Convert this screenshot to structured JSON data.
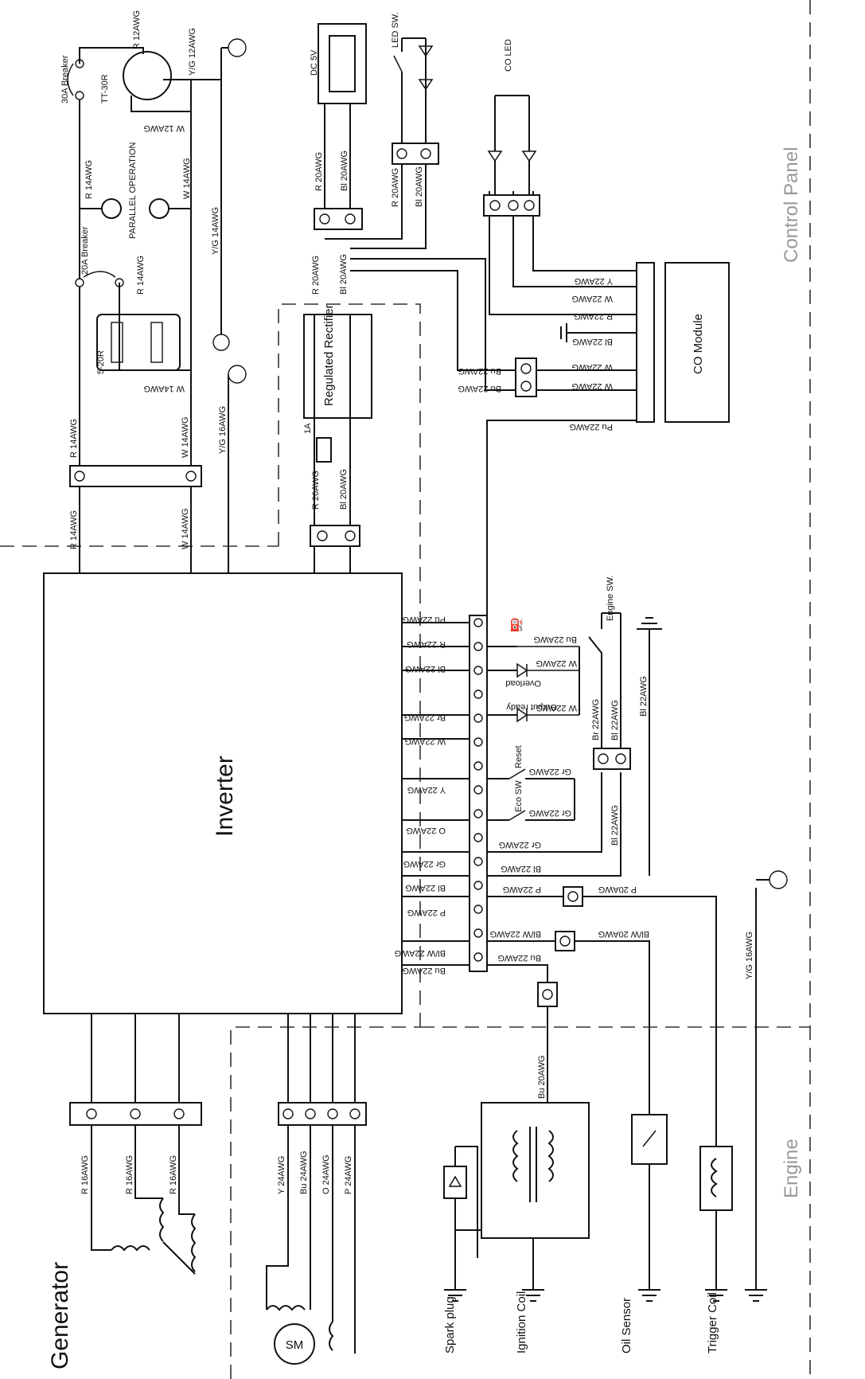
{
  "sections": {
    "control_panel": "Control Panel",
    "engine": "Engine"
  },
  "components": {
    "inverter": "Inverter",
    "rectifier": "Regulated Rectifier",
    "co_module": "CO Module",
    "generator": "Generator",
    "sm": "SM",
    "spark_plug": "Spark plug",
    "ignition_coil": "Ignition Coil",
    "oil_sensor": "Oil Sensor",
    "trigger_coil": "Trigger Coil",
    "dc5v": "DC 5V",
    "led_sw": "LED SW.",
    "co_led": "CO LED",
    "engine_sw": "Engine SW.",
    "tt30r": "TT-30R",
    "breaker30": "30A Breaker",
    "breaker20": "20A Breaker",
    "parallel": "PARALLEL OPERATION",
    "outlet": "5-20R",
    "fuse": "1A",
    "overload": "Overload",
    "output_ready": "Output ready",
    "reset": "Reset",
    "eco_sw": "Eco SW"
  },
  "wires": {
    "r12": "R 12AWG",
    "yg12": "Y/G 12AWG",
    "w12": "W 12AWG",
    "r14": "R 14AWG",
    "w14": "W 14AWG",
    "yg14": "Y/G 14AWG",
    "yg16": "Y/G 16AWG",
    "r20": "R 20AWG",
    "bl20": "Bl 20AWG",
    "bu20": "Bu 20AWG",
    "p20": "P 20AWG",
    "blw20": "Bl/W 20AWG",
    "y22": "Y 22AWG",
    "w22": "W 22AWG",
    "r22": "R 22AWG",
    "bl22": "Bl 22AWG",
    "bu22": "Bu 22AWG",
    "pu22": "Pu 22AWG",
    "br22": "Br 22AWG",
    "o22": "O 22AWG",
    "gr22": "Gr 22AWG",
    "p22": "P 22AWG",
    "blw22": "Bl/W 22AWG",
    "r16": "R 16AWG",
    "y24": "Y 24AWG",
    "bu24": "Bu 24AWG",
    "o24": "O 24AWG",
    "p24": "P 24AWG"
  }
}
